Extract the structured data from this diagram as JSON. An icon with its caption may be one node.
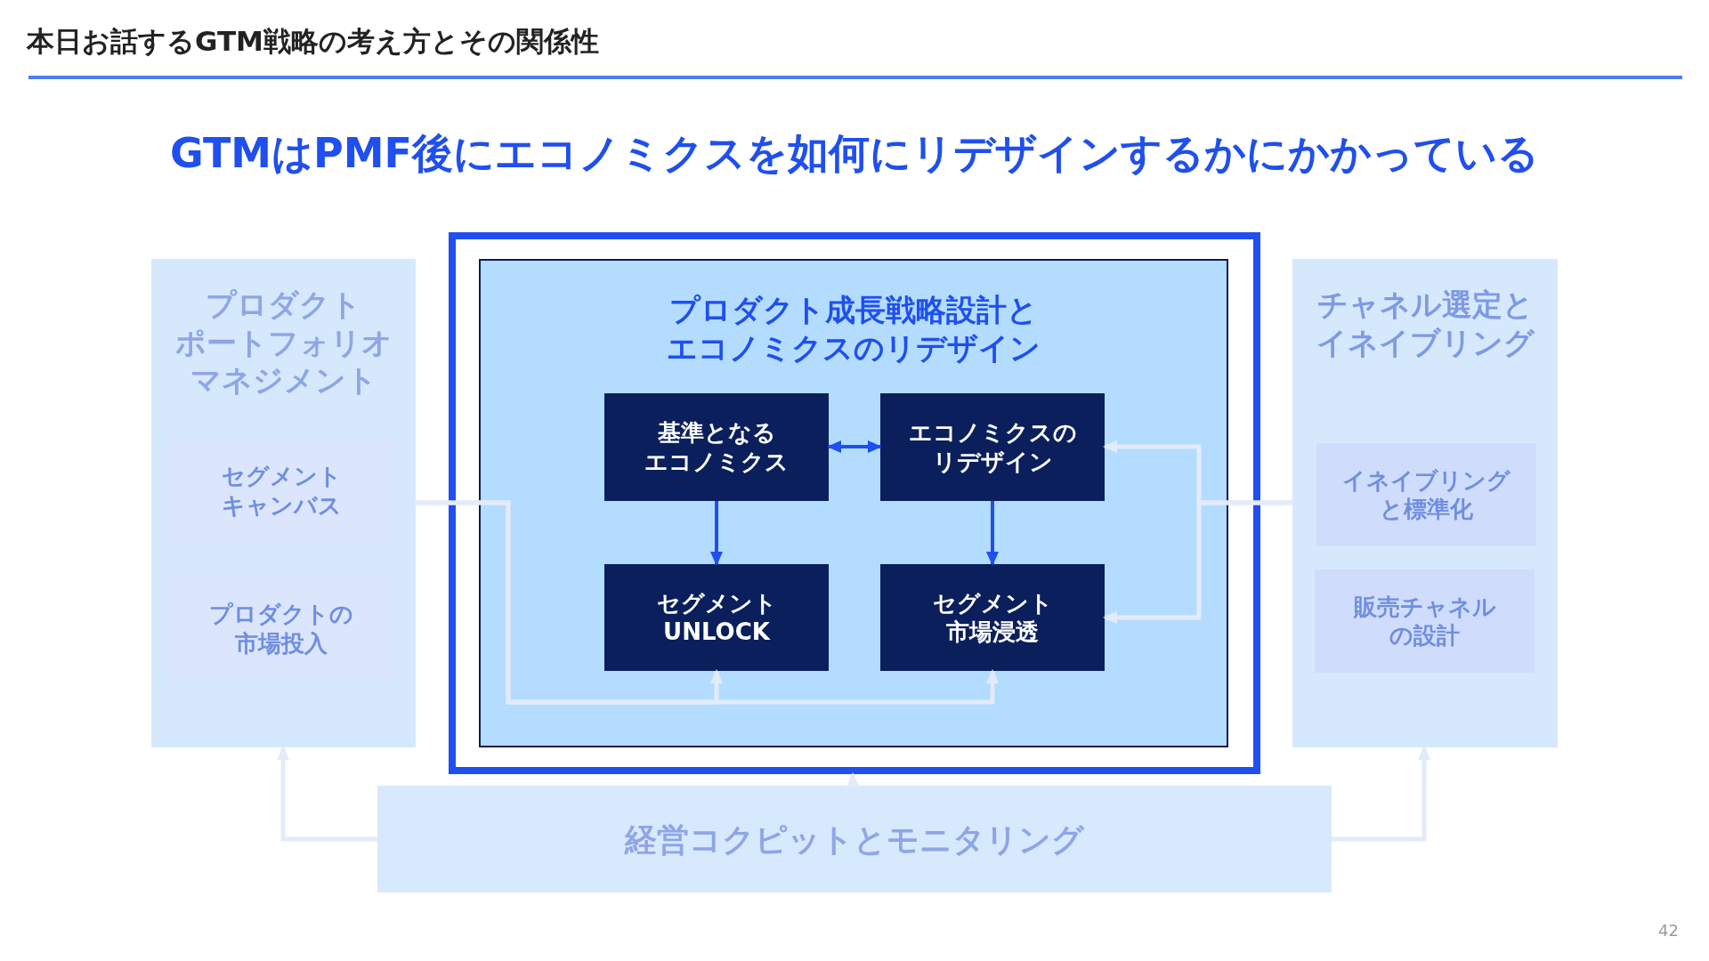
{
  "diagram": {
    "title": "本日お話するGTM戦略の考え方とその関係性",
    "nodes": [
      {
        "text": [
          "プロダクトポートフォリオマネジメント"
        ]
      },
      {
        "text": [
          "セグメントキャンバス"
        ],
        "in": 0
      },
      {
        "text": [
          "プロダクトの市場投入"
        ],
        "in": 0
      },
      {
        "text": [],
        "shape": "box"
      },
      {
        "text": [
          "プロダクト成長戦略設計とエコノミクスのリデザイン"
        ],
        "in": 3
      },
      {
        "text": [
          "基準となるエコノミクス"
        ],
        "in": 4
      },
      {
        "text": [
          "エコノミクスのリデザイン"
        ],
        "in": 4
      },
      {
        "text": [
          "セグメントUNLOCK"
        ],
        "in": 4
      },
      {
        "text": [
          "セグメント市場浸透"
        ],
        "in": 4
      },
      {
        "text": [
          "チャネル選定とイネイブリング"
        ]
      },
      {
        "text": [
          "イネイブリングと標準化"
        ],
        "in": 9
      },
      {
        "text": [
          "販売チャネルの設計"
        ],
        "in": 9
      },
      {
        "text": [
          "経営コクピットとモニタリング"
        ]
      }
    ],
    "edges": [
      {
        "from": 5,
        "to": 6,
        "arrow": "both",
        "color": "#1f4fef"
      },
      {
        "from": 5,
        "to": 7,
        "arrow": "to",
        "color": "#1f4fef"
      },
      {
        "from": 6,
        "to": 8,
        "arrow": "to",
        "color": "#1f4fef"
      },
      {
        "from": 0,
        "to": 7,
        "arrow": "to",
        "color": "#e3ebfb"
      },
      {
        "from": 0,
        "to": 8,
        "arrow": "to",
        "color": "#e3ebfb"
      },
      {
        "from": 9,
        "to": 6,
        "arrow": "to",
        "color": "#e3ebfb"
      },
      {
        "from": 9,
        "to": 8,
        "arrow": "to",
        "color": "#e3ebfb"
      },
      {
        "from": 12,
        "to": 0,
        "arrow": "to",
        "color": "#e3ebfb"
      },
      {
        "from": 12,
        "to": 3,
        "arrow": "to",
        "color": "#e3ebfb"
      },
      {
        "from": 12,
        "to": 9,
        "arrow": "to",
        "color": "#e3ebfb"
      }
    ],
    "labels": [
      "GTMはPMF後にエコノミクスを如何にリデザインするかにかかっている",
      "42"
    ]
  }
}
